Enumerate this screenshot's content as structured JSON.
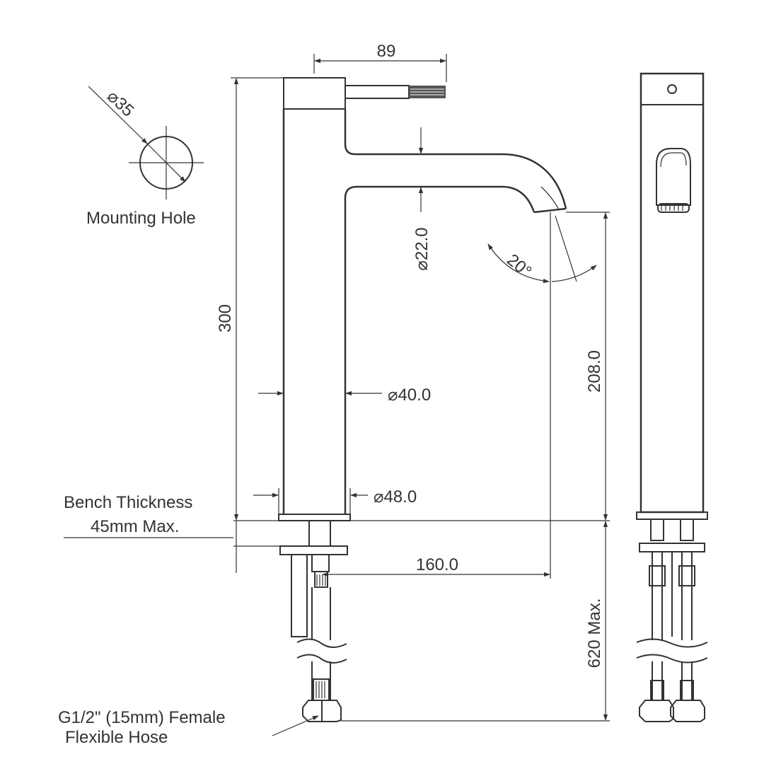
{
  "labels": {
    "handle_width": "89",
    "mounting_hole_dia": "⌀35",
    "mounting_hole": "Mounting Hole",
    "height": "300",
    "spout_dia": "⌀22.0",
    "spout_angle": "20°",
    "body_dia": "⌀40.0",
    "spout_height": "208.0",
    "base_dia": "⌀48.0",
    "bench_line1": "Bench Thickness",
    "bench_line2": "45mm Max.",
    "reach": "160.0",
    "hose_length": "620 Max.",
    "hose_line1": "G1/2\" (15mm) Female",
    "hose_line2": "Flexible Hose"
  },
  "colors": {
    "line": "#333333",
    "background": "#ffffff"
  }
}
